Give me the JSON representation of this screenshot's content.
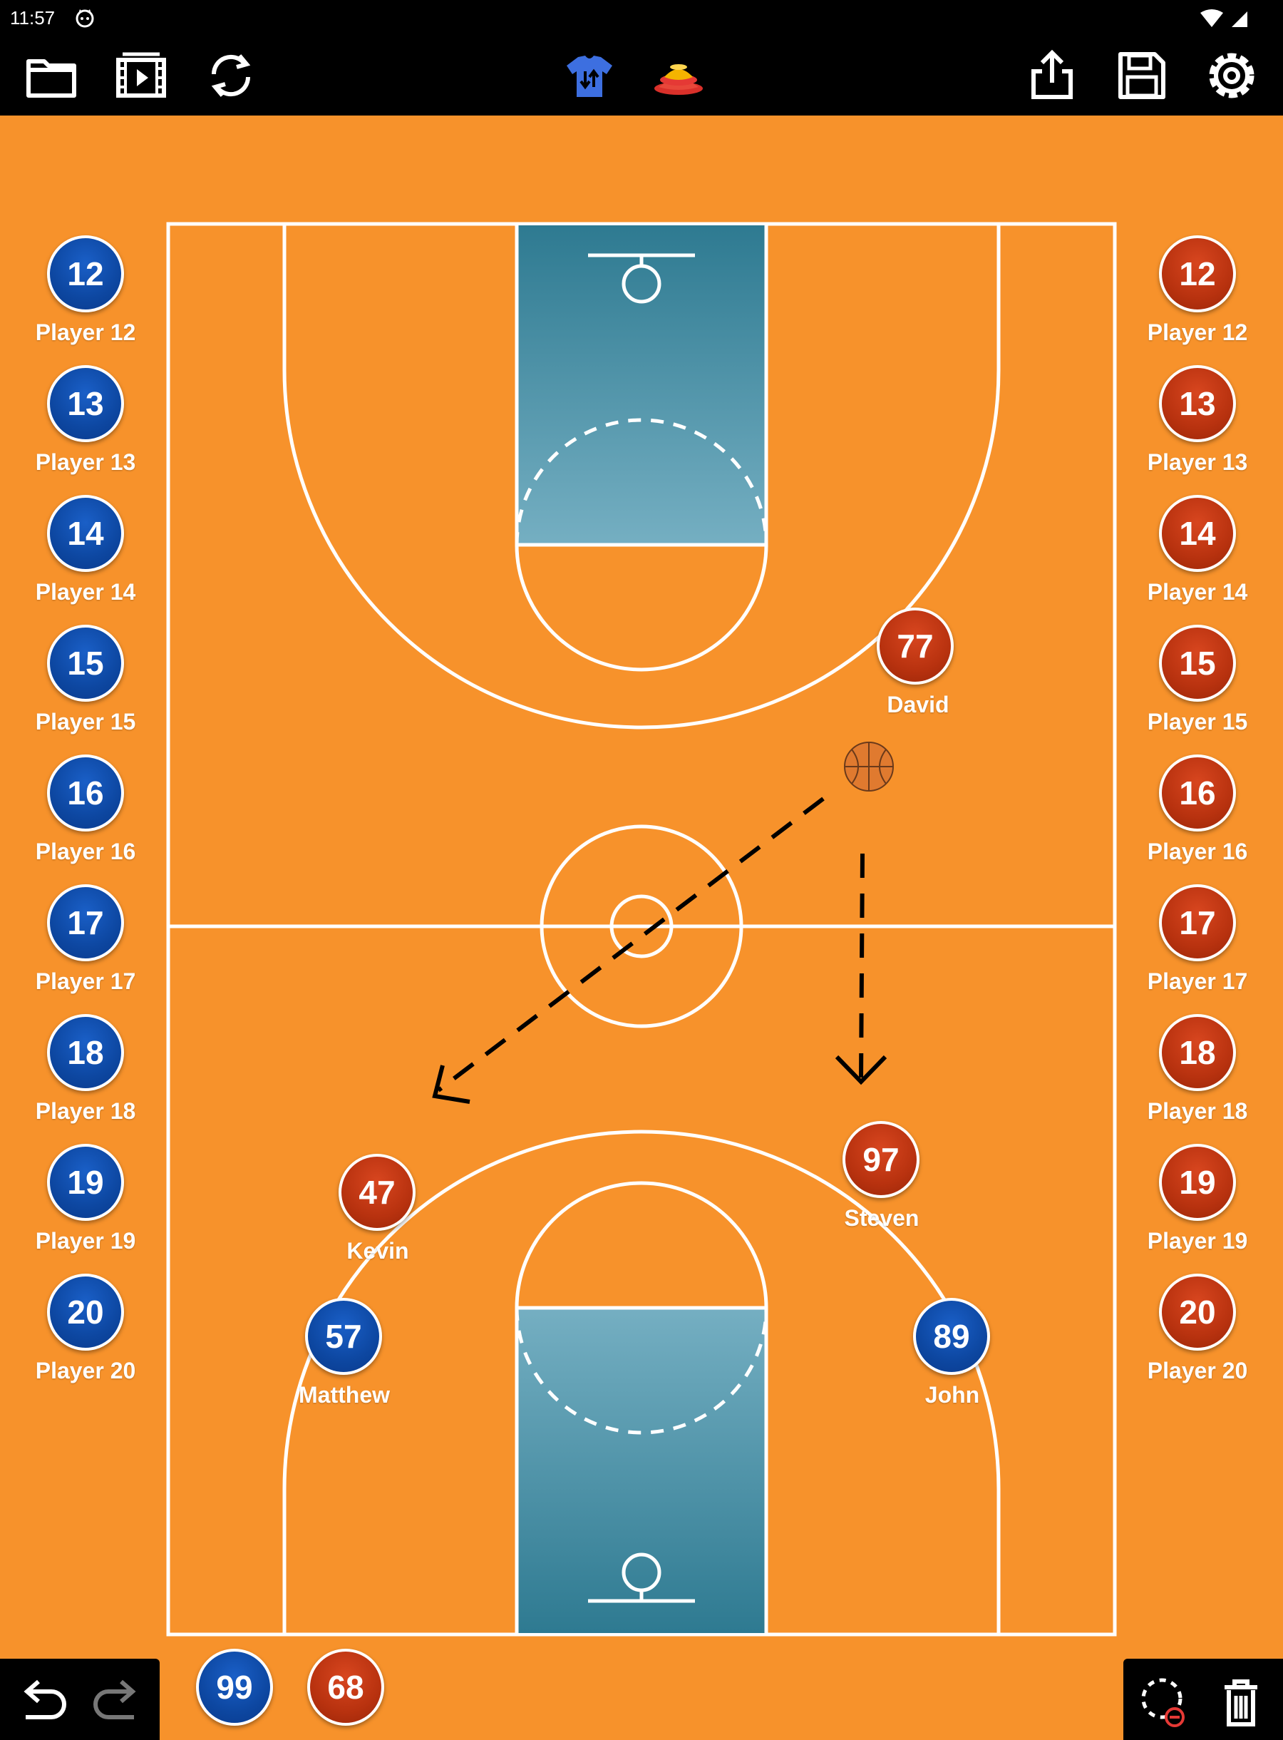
{
  "status_bar": {
    "time": "11:57"
  },
  "toolbar": {
    "left": [
      {
        "name": "folder-icon"
      },
      {
        "name": "video-frames-icon"
      },
      {
        "name": "refresh-icon"
      }
    ],
    "center": [
      {
        "name": "jersey-swap-icon"
      },
      {
        "name": "cones-icon"
      }
    ],
    "right": [
      {
        "name": "share-icon"
      },
      {
        "name": "save-icon"
      },
      {
        "name": "settings-icon"
      }
    ]
  },
  "colors": {
    "background": "#F7922B",
    "paint_top": "#2E7A91",
    "paint_bottom": "#75AFC2",
    "team_blue": "#0D47A1",
    "team_red": "#B8320F",
    "lines": "#FFFFFF"
  },
  "bench_blue": [
    {
      "number": "12",
      "name": "Player 12"
    },
    {
      "number": "13",
      "name": "Player 13"
    },
    {
      "number": "14",
      "name": "Player 14"
    },
    {
      "number": "15",
      "name": "Player 15"
    },
    {
      "number": "16",
      "name": "Player 16"
    },
    {
      "number": "17",
      "name": "Player 17"
    },
    {
      "number": "18",
      "name": "Player 18"
    },
    {
      "number": "19",
      "name": "Player 19"
    },
    {
      "number": "20",
      "name": "Player 20"
    }
  ],
  "bench_red": [
    {
      "number": "12",
      "name": "Player 12"
    },
    {
      "number": "13",
      "name": "Player 13"
    },
    {
      "number": "14",
      "name": "Player 14"
    },
    {
      "number": "15",
      "name": "Player 15"
    },
    {
      "number": "16",
      "name": "Player 16"
    },
    {
      "number": "17",
      "name": "Player 17"
    },
    {
      "number": "18",
      "name": "Player 18"
    },
    {
      "number": "19",
      "name": "Player 19"
    },
    {
      "number": "20",
      "name": "Player 20"
    }
  ],
  "court_players": {
    "david": {
      "number": "77",
      "name": "David",
      "team": "red"
    },
    "steven": {
      "number": "97",
      "name": "Steven",
      "team": "red"
    },
    "kevin": {
      "number": "47",
      "name": "Kevin",
      "team": "red"
    },
    "matthew": {
      "number": "57",
      "name": "Matthew",
      "team": "blue"
    },
    "john": {
      "number": "89",
      "name": "John",
      "team": "blue"
    },
    "tray_blue": {
      "number": "99",
      "name": "",
      "team": "blue"
    },
    "tray_red": {
      "number": "68",
      "name": "",
      "team": "red"
    }
  },
  "bottom_bar": {
    "left": [
      {
        "name": "undo-icon"
      },
      {
        "name": "redo-icon"
      }
    ],
    "right": [
      {
        "name": "lasso-delete-icon"
      },
      {
        "name": "trash-icon"
      }
    ]
  }
}
